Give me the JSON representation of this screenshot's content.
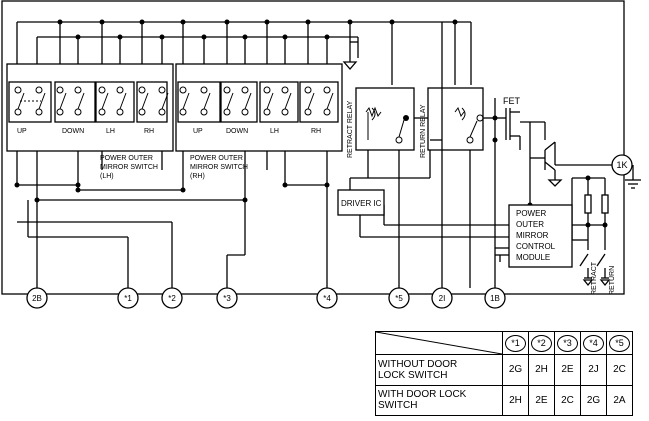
{
  "switch_lh": {
    "title": [
      "POWER OUTER",
      "MIRROR SWITCH",
      "(LH)"
    ],
    "sections": [
      "UP",
      "DOWN",
      "LH",
      "RH"
    ]
  },
  "switch_rh": {
    "title": [
      "POWER OUTER",
      "MIRROR SWITCH",
      "(RH)"
    ],
    "sections": [
      "UP",
      "DOWN",
      "LH",
      "RH"
    ]
  },
  "relays": {
    "retract": "RETRACT RELAY",
    "return": "RETURN RELAY"
  },
  "fet": "FET",
  "driver_ic": "DRIVER IC",
  "module": [
    "POWER",
    "OUTER",
    "MIRROR",
    "CONTROL",
    "MODULE"
  ],
  "module_terminal": "1K",
  "motor_switches": {
    "retract": "RETRACT",
    "return": "RETURN"
  },
  "terminals": [
    "2B",
    "*1",
    "*2",
    "*3",
    "*4",
    "*5",
    "2I",
    "1B"
  ],
  "connector_table": {
    "header": [
      "*1",
      "*2",
      "*3",
      "*4",
      "*5"
    ],
    "rows": [
      {
        "label": [
          "WITHOUT DOOR",
          "LOCK SWITCH"
        ],
        "values": [
          "2G",
          "2H",
          "2E",
          "2J",
          "2C"
        ]
      },
      {
        "label": [
          "WITH DOOR LOCK",
          "SWITCH"
        ],
        "values": [
          "2H",
          "2E",
          "2C",
          "2G",
          "2A"
        ]
      }
    ]
  }
}
